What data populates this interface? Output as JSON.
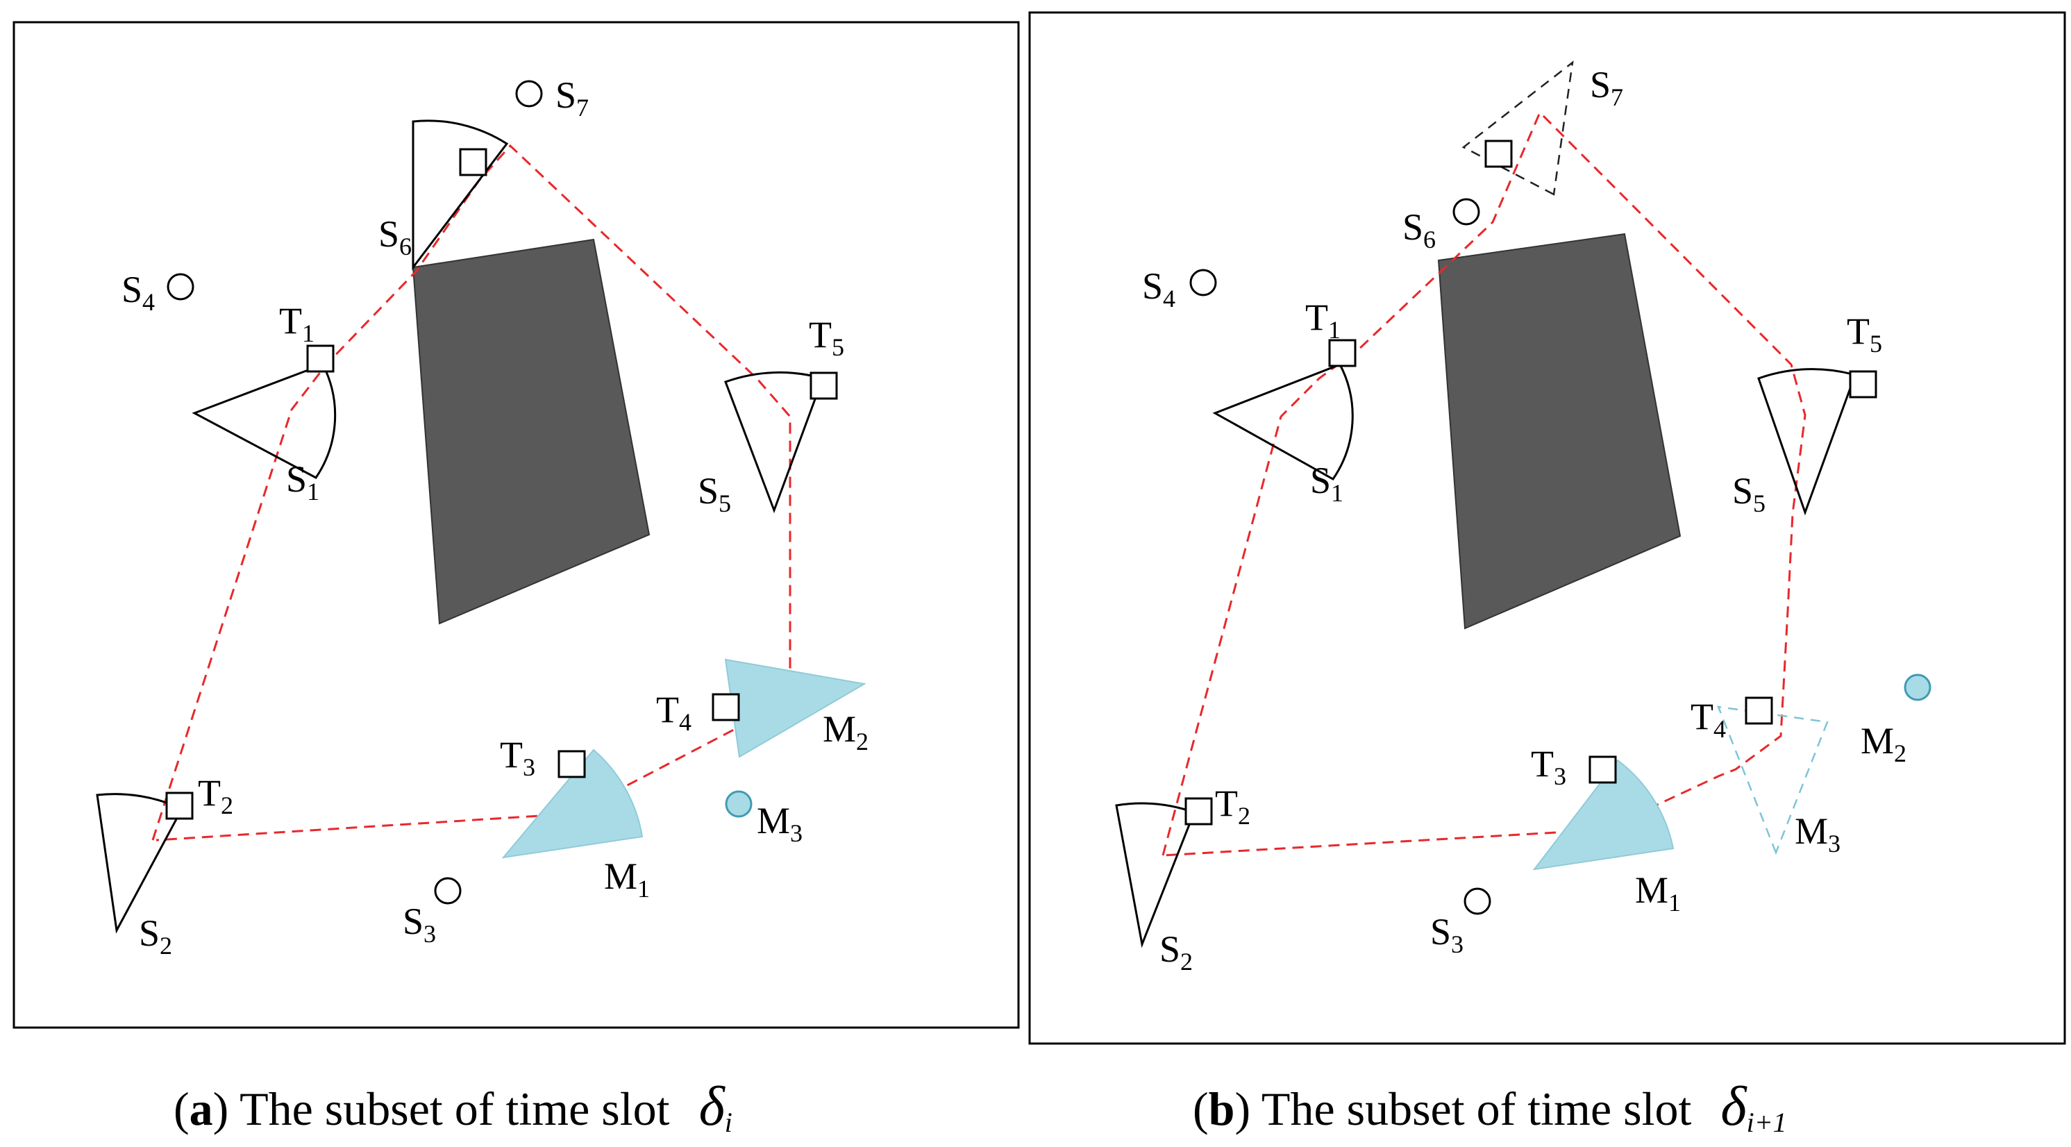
{
  "panels": [
    {
      "id": "a",
      "caption_letter": "a",
      "caption_text": " The subset of time slot",
      "caption_symbol": "δ",
      "caption_symbol_sub": "i",
      "static_nodes": [
        {
          "name": "S",
          "sub": "1"
        },
        {
          "name": "S",
          "sub": "2"
        },
        {
          "name": "S",
          "sub": "3"
        },
        {
          "name": "S",
          "sub": "4"
        },
        {
          "name": "S",
          "sub": "5"
        },
        {
          "name": "S",
          "sub": "6"
        },
        {
          "name": "S",
          "sub": "7"
        }
      ],
      "targets": [
        {
          "name": "T",
          "sub": "1"
        },
        {
          "name": "T",
          "sub": "2"
        },
        {
          "name": "T",
          "sub": "3"
        },
        {
          "name": "T",
          "sub": "4"
        },
        {
          "name": "T",
          "sub": "5"
        }
      ],
      "mobile_nodes": [
        {
          "name": "M",
          "sub": "1"
        },
        {
          "name": "M",
          "sub": "2"
        },
        {
          "name": "M",
          "sub": "3"
        }
      ]
    },
    {
      "id": "b",
      "caption_letter": "b",
      "caption_text": " The subset of time slot",
      "caption_symbol": "δ",
      "caption_symbol_sub": "i+1",
      "static_nodes": [
        {
          "name": "S",
          "sub": "1"
        },
        {
          "name": "S",
          "sub": "2"
        },
        {
          "name": "S",
          "sub": "3"
        },
        {
          "name": "S",
          "sub": "4"
        },
        {
          "name": "S",
          "sub": "5"
        },
        {
          "name": "S",
          "sub": "6"
        },
        {
          "name": "S",
          "sub": "7"
        }
      ],
      "targets": [
        {
          "name": "T",
          "sub": "1"
        },
        {
          "name": "T",
          "sub": "2"
        },
        {
          "name": "T",
          "sub": "3"
        },
        {
          "name": "T",
          "sub": "4"
        },
        {
          "name": "T",
          "sub": "5"
        }
      ],
      "mobile_nodes": [
        {
          "name": "M",
          "sub": "1"
        },
        {
          "name": "M",
          "sub": "2"
        },
        {
          "name": "M",
          "sub": "3"
        }
      ]
    }
  ],
  "colors": {
    "route": "#e8282b",
    "mobile_fill": "#a9dbe6",
    "obstacle": "#595959"
  },
  "paren_open": "(",
  "paren_close": ")"
}
